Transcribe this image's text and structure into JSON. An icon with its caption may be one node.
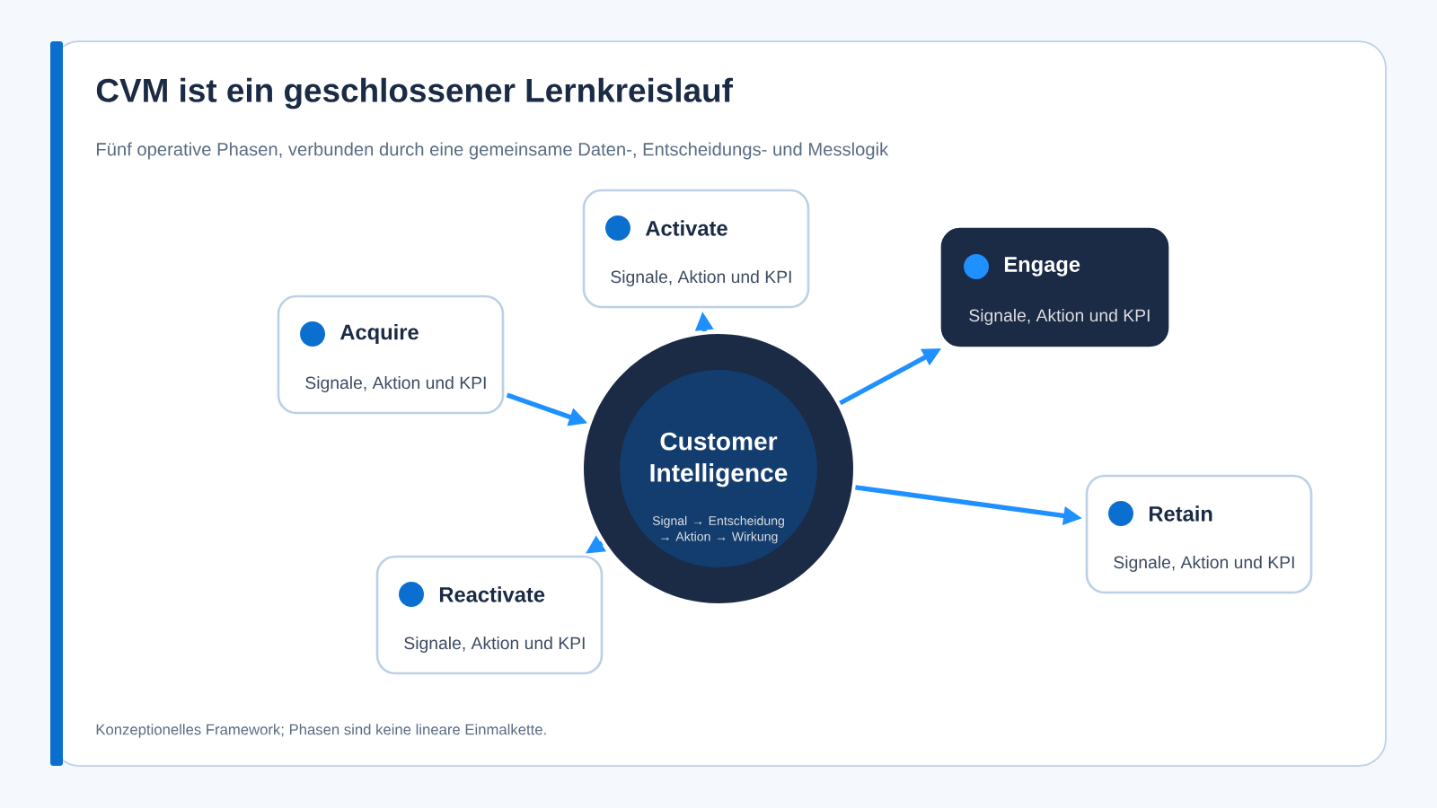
{
  "diagram": {
    "title": "CVM ist ein geschlossener Lernkreislauf",
    "caption": "Fünf operative Phasen, verbunden durch eine gemeinsame Daten-, Entscheidungs- und Messlogik",
    "nodes": [
      {
        "text": [
          "Acquire",
          "Signale, Aktion und KPI"
        ]
      },
      {
        "text": [
          "Activate",
          "Signale, Aktion und KPI"
        ]
      },
      {
        "text": [
          "Engage",
          "Signale, Aktion und KPI"
        ]
      },
      {
        "text": [
          "Customer Intelligence",
          "Signal → Entscheidung → Aktion → Wirkung"
        ]
      },
      {
        "text": [
          "Retain",
          "Signale, Aktion und KPI"
        ]
      },
      {
        "text": [
          "Reactivate",
          "Signale, Aktion und KPI"
        ]
      }
    ],
    "edges": [
      {
        "from": 0,
        "to": 3,
        "arrow": "to"
      },
      {
        "from": 3,
        "to": 1,
        "arrow": "to"
      },
      {
        "from": 3,
        "to": 2,
        "arrow": "to"
      },
      {
        "from": 3,
        "to": 4,
        "arrow": "to"
      },
      {
        "from": 3,
        "to": 5,
        "arrow": "to"
      }
    ],
    "labels": [
      "Konzeptionelles Framework; Phasen sind keine lineare Einmalkette."
    ]
  }
}
